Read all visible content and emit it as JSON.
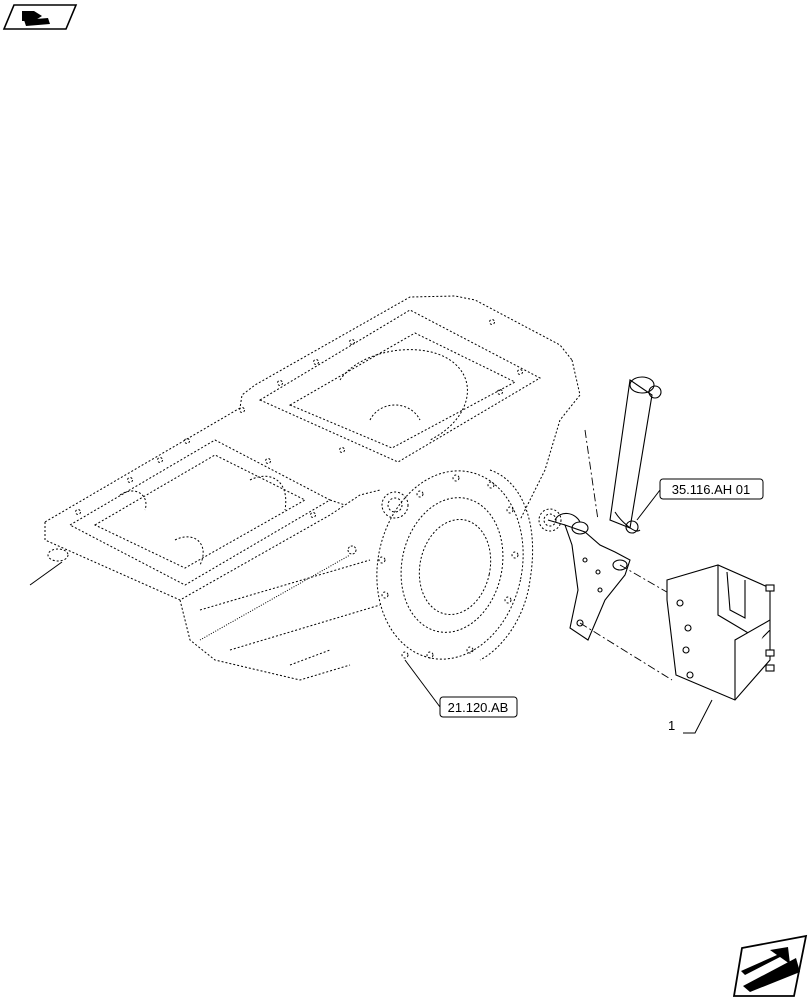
{
  "diagram": {
    "callouts": {
      "ref_top": "35.116.AH 01",
      "ref_bottom": "21.120.AB",
      "item": "1"
    },
    "icons": {
      "top_left": "book-with-arrow-icon",
      "bottom_right": "next-page-arrow-icon"
    }
  }
}
